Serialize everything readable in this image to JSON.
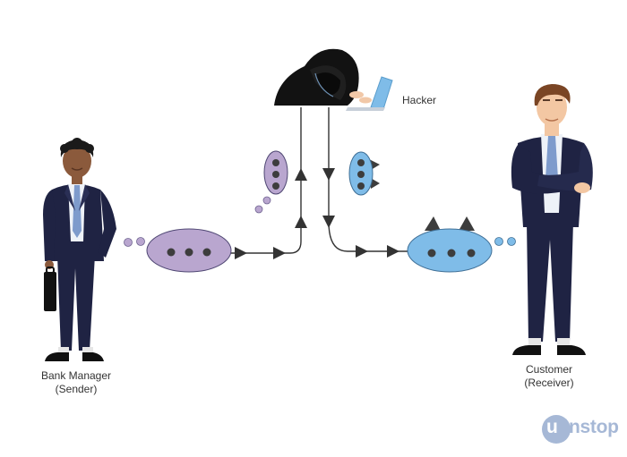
{
  "labels": {
    "hacker": "Hacker",
    "sender_line1": "Bank Manager",
    "sender_line2": "(Sender)",
    "receiver_line1": "Customer",
    "receiver_line2": "(Receiver)"
  },
  "brand": {
    "first_letter": "u",
    "rest": "nstop"
  },
  "colors": {
    "suit": "#1f2343",
    "tie": "#7e9bcc",
    "shirt": "#eef2f8",
    "skin_sender": "#8b5a3c",
    "skin_receiver": "#f3c7a3",
    "sender_bubble": "#b9a6cf",
    "receiver_bubble": "#7fbce8",
    "line": "#333333",
    "brand": "#a6b8d6"
  },
  "icons": [
    "sender-figure",
    "receiver-figure",
    "hacker-figure",
    "laptop-icon",
    "message-bubble",
    "arrow-head"
  ]
}
